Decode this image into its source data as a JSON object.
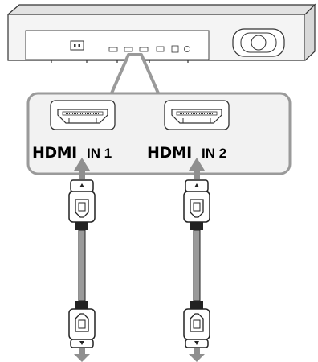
{
  "device": {
    "name": "soundbar-rear-panel",
    "port_count": 4
  },
  "ports": [
    {
      "id": "hdmi-in-1",
      "logo": "HDMI",
      "label": "IN 1"
    },
    {
      "id": "hdmi-in-2",
      "logo": "HDMI",
      "label": "IN 2"
    }
  ],
  "cables": [
    {
      "connects": "hdmi-in-1"
    },
    {
      "connects": "hdmi-in-2"
    }
  ],
  "colors": {
    "line": "#333333",
    "panel": "#f2f2f2",
    "callout_border": "#9a9a9a",
    "arrow": "#8f8f8f",
    "cable": "#9a9a9a"
  }
}
